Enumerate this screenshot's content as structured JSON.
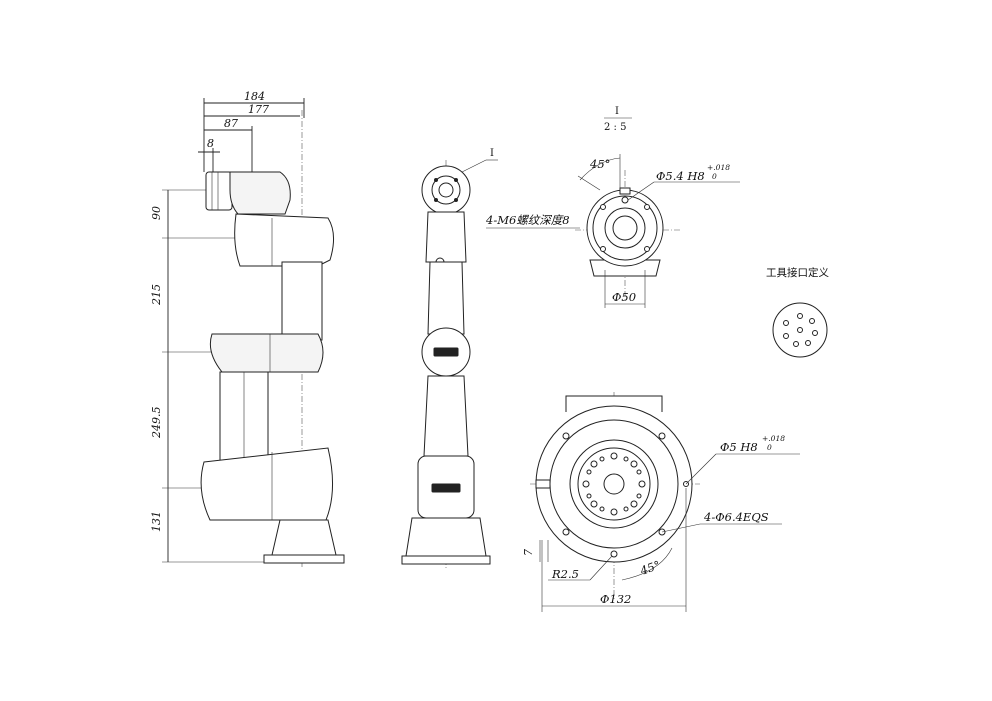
{
  "side_view": {
    "dims_horizontal": [
      "184",
      "177",
      "87",
      "8"
    ],
    "dims_vertical": [
      "90",
      "215",
      "249.5",
      "131"
    ]
  },
  "front_view": {
    "detail_marker": "I",
    "thread_note": "4-M6螺纹深度8"
  },
  "tool_flange": {
    "scale_label_top": "I",
    "scale_label_bottom": "2 : 5",
    "angle": "45°",
    "hole_label": "Φ5.4 H8",
    "tol_upper": "+.018",
    "tol_lower": "0",
    "diameter": "Φ50"
  },
  "connector": {
    "title": "工具接口定义"
  },
  "base_view": {
    "hole_label": "Φ5 H8",
    "tol_upper": "+.018",
    "tol_lower": "0",
    "bolt_label": "4-Φ6.4EQS",
    "offset": "7",
    "radius": "R2.5",
    "angle": "45°",
    "diameter": "Φ132"
  }
}
